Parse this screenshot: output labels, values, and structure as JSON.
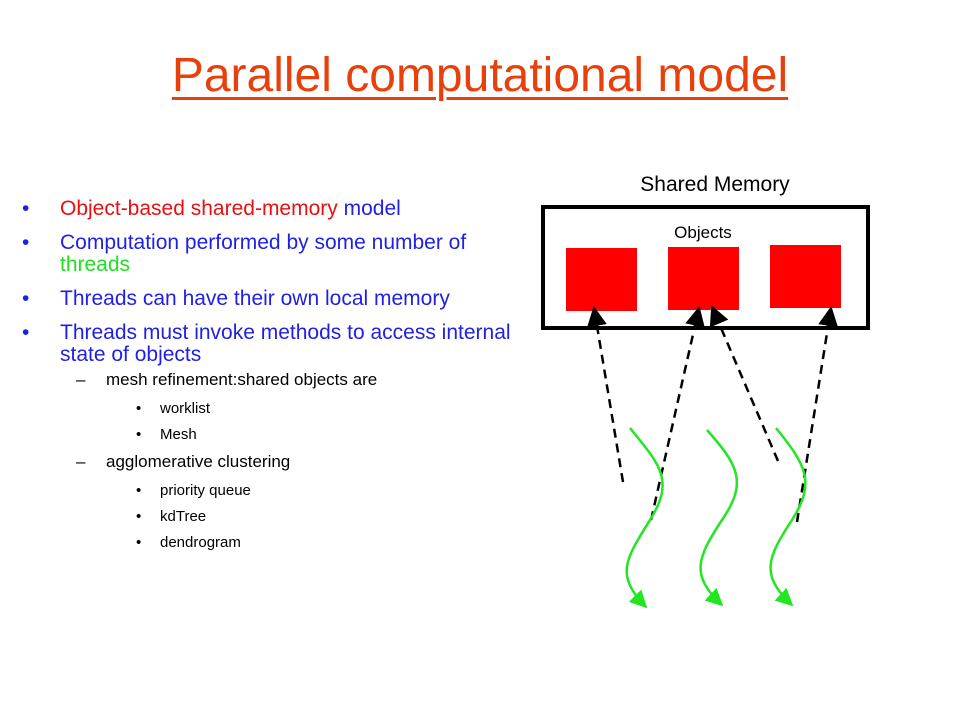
{
  "title": "Parallel computational model",
  "bullets": {
    "item1": {
      "part1": "Object-based shared-memory ",
      "part2": "model"
    },
    "item2": {
      "part1": "Computation performed by some number of ",
      "part2": "threads"
    },
    "item3": "Threads can have their own local memory",
    "item4": "Threads must invoke methods to access internal state of objects",
    "sub1": {
      "label": "mesh refinement:shared objects are",
      "items": [
        "worklist",
        "Mesh"
      ]
    },
    "sub2": {
      "label": "agglomerative clustering",
      "items": [
        "priority queue",
        "kdTree",
        "dendrogram"
      ]
    }
  },
  "diagram": {
    "memory_label": "Shared Memory",
    "objects_label": "Objects",
    "object_color": "#ff0000",
    "thread_color": "#22e622",
    "arrow_color": "#000000"
  },
  "colors": {
    "title": "#e8400c",
    "text_blue": "#1f1fe6",
    "text_red": "#e81010",
    "text_green": "#1fe01f"
  }
}
